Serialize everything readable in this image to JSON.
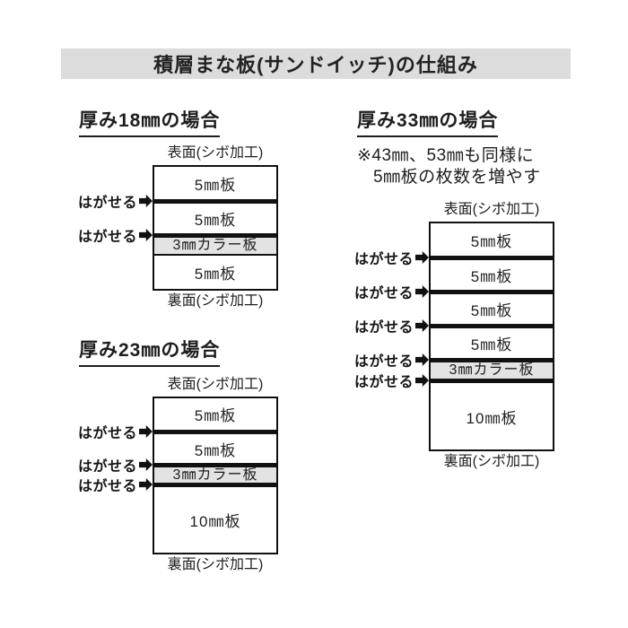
{
  "header": {
    "title": "積層まな板(サンドイッチ)の仕組み"
  },
  "labels": {
    "peel": "はがせる",
    "front": "表面(シボ加工)",
    "back": "裏面(シボ加工)"
  },
  "colors": {
    "banner_bg": "#dcdcdc",
    "color_plate_bg": "#e3e3e3",
    "line": "#111111"
  },
  "diagrams": [
    {
      "id": "18mm",
      "title": "厚み18㎜の場合",
      "layers": [
        {
          "label": "5㎜板"
        },
        {
          "label": "5㎜板"
        },
        {
          "label": "3㎜カラー板"
        },
        {
          "label": "5㎜板"
        }
      ],
      "peel_arrows": 2
    },
    {
      "id": "23mm",
      "title": "厚み23㎜の場合",
      "layers": [
        {
          "label": "5㎜板"
        },
        {
          "label": "5㎜板"
        },
        {
          "label": "3㎜カラー板"
        },
        {
          "label": "10㎜板"
        }
      ],
      "peel_arrows": 3
    },
    {
      "id": "33mm",
      "title": "厚み33㎜の場合",
      "note_line1": "※43㎜、53㎜も同様に",
      "note_line2": "5㎜板の枚数を増やす",
      "layers": [
        {
          "label": "5㎜板"
        },
        {
          "label": "5㎜板"
        },
        {
          "label": "5㎜板"
        },
        {
          "label": "5㎜板"
        },
        {
          "label": "3㎜カラー板"
        },
        {
          "label": "10㎜板"
        }
      ],
      "peel_arrows": 5
    }
  ]
}
